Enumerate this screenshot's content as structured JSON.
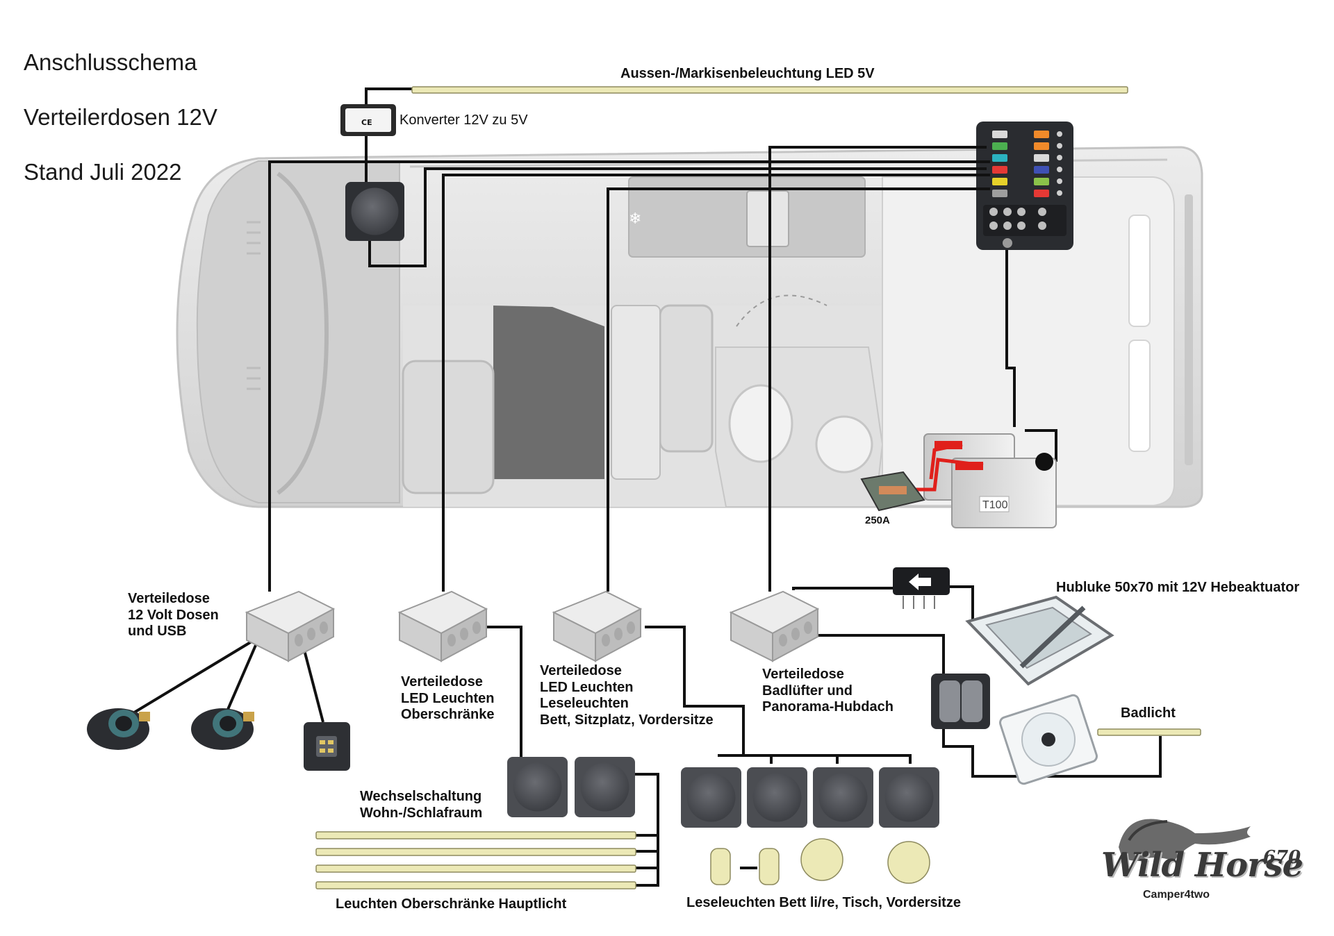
{
  "title_lines": [
    "Anschlusschema",
    "Verteilerdosen 12V",
    "Stand Juli 2022"
  ],
  "labels": {
    "outdoor_led": "Aussen-/Markisenbeleuchtung LED 5V",
    "converter": "Konverter 12V zu 5V",
    "fuse_250a": "250A",
    "box_12v": "Verteiledose\n12 Volt Dosen\nund USB",
    "box_led_cabinets": "Verteiledose\nLED Leuchten\nOberschränke",
    "box_reading": "Verteiledose\nLED Leuchten\nLeseleuchten\nBett, Sitzplatz, Vordersitze",
    "box_bath": "Verteiledose\nBadlüfter und\nPanorama-Hubdach",
    "roof_hatch": "Hubluke 50x70 mit 12V  Hebeaktuator",
    "bath_light": "Badlicht",
    "two_way_switch": "Wechselschaltung\nWohn-/Schlafraum",
    "cabinet_lights": "Leuchten Oberschränke Hauptlicht",
    "reading_lights": "Leseleuchten Bett li/re, Tisch, Vordersitze"
  },
  "battery_label": "T100",
  "logo": {
    "name": "Wild Horse",
    "model": "670",
    "sub": "Camper4two"
  },
  "colors": {
    "wire": "#111111",
    "led_strip": "#ece9b6",
    "led_strip_border": "#8d8a5e",
    "van_body": "#dcdcdc",
    "box_gray": "#d9d9d9",
    "switch_dark": "#4b4d52",
    "battery_red": "#e0201b"
  }
}
